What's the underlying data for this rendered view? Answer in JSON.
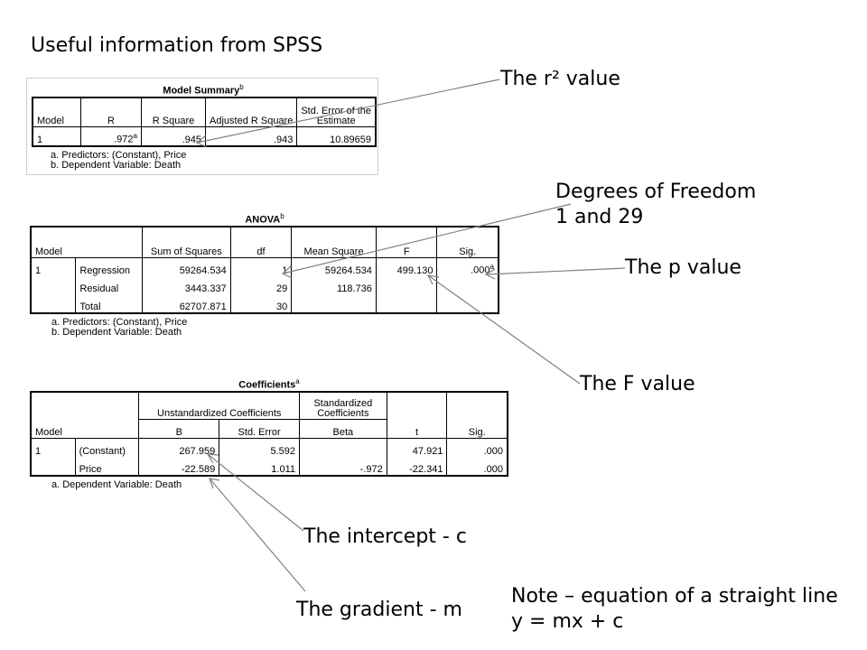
{
  "slide": {
    "title": "Useful information from SPSS"
  },
  "model_summary": {
    "title": "Model Summary",
    "title_sup": "b",
    "headers": [
      "Model",
      "R",
      "R Square",
      "Adjusted R Square",
      "Std. Error of the Estimate"
    ],
    "row": {
      "model": "1",
      "r": ".972",
      "r_sup": "a",
      "r_square": ".945",
      "adj_r_square": ".943",
      "std_error": "10.89659"
    },
    "footnotes": [
      "a. Predictors: (Constant), Price",
      "b. Dependent Variable: Death"
    ]
  },
  "anova": {
    "title": "ANOVA",
    "title_sup": "b",
    "headers": [
      "Model",
      "Sum of Squares",
      "df",
      "Mean Square",
      "F",
      "Sig."
    ],
    "model": "1",
    "rows": [
      {
        "label": "Regression",
        "ss": "59264.534",
        "df": "1",
        "ms": "59264.534",
        "f": "499.130",
        "sig": ".000",
        "sig_sup": "a"
      },
      {
        "label": "Residual",
        "ss": "3443.337",
        "df": "29",
        "ms": "118.736",
        "f": "",
        "sig": ""
      },
      {
        "label": "Total",
        "ss": "62707.871",
        "df": "30",
        "ms": "",
        "f": "",
        "sig": ""
      }
    ],
    "footnotes": [
      "a. Predictors: (Constant), Price",
      "b. Dependent Variable: Death"
    ]
  },
  "coefficients": {
    "title": "Coefficients",
    "title_sup": "a",
    "group_headers": [
      "Unstandardized Coefficients",
      "Standardized Coefficients"
    ],
    "headers": [
      "Model",
      "B",
      "Std. Error",
      "Beta",
      "t",
      "Sig."
    ],
    "model": "1",
    "rows": [
      {
        "label": "(Constant)",
        "b": "267.959",
        "se": "5.592",
        "beta": "",
        "t": "47.921",
        "sig": ".000"
      },
      {
        "label": "Price",
        "b": "-22.589",
        "se": "1.011",
        "beta": "-.972",
        "t": "-22.341",
        "sig": ".000"
      }
    ],
    "footnotes": [
      "a. Dependent Variable: Death"
    ]
  },
  "callouts": {
    "r2": "The r² value",
    "dof_line1": "Degrees of Freedom",
    "dof_line2": "1 and 29",
    "p_value": "The p value",
    "f_value": "The F value",
    "intercept": "The intercept - c",
    "gradient": "The gradient - m",
    "note_line1": "Note – equation of a straight line",
    "note_line2": "y = mx + c"
  }
}
